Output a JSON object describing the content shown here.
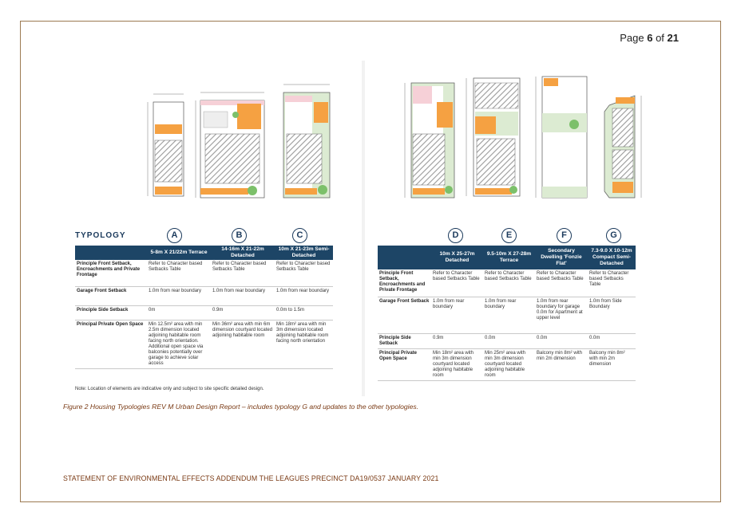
{
  "page": {
    "label": "Page",
    "current": "6",
    "of": "of",
    "total": "21"
  },
  "figure": {
    "typology_heading": "TYPOLOGY",
    "left_table": {
      "columns": [
        {
          "letter": "A",
          "header": "5-8m X 21/22m Terrace"
        },
        {
          "letter": "B",
          "header": "14-16m X 21-22m Detached"
        },
        {
          "letter": "C",
          "header": "10m X 21-23m Semi-Detached"
        }
      ],
      "rows": [
        {
          "label": "Principle Front Setback, Encroachments and Private Frontage",
          "cells": [
            "Refer to Character based Setbacks Table",
            "Refer to Character based Setbacks Table",
            "Refer to Character based Setbacks Table"
          ]
        },
        {
          "label": "Garage Front Setback",
          "cells": [
            "1.0m from rear boundary",
            "1.0m from rear boundary",
            "1.0m from rear boundary"
          ]
        },
        {
          "label": "Principle Side Setback",
          "cells": [
            "0m",
            "0.9m",
            "0.0m to 1.5m"
          ]
        },
        {
          "label": "Principal Private Open Space",
          "cells": [
            "Min 12.5m² area with min 2.5m dimension located adjoining habitable room facing north orientation. Additional open space via balconies potentially over garage to achieve solar access",
            "Min 36m² area with min 6m dimension courtyard located adjoining habitable room",
            "Min 18m² area with min 3m dimension located adjoining habitable room facing north orientation"
          ]
        }
      ]
    },
    "right_table": {
      "columns": [
        {
          "letter": "D",
          "header": "10m X 25-27m Detached"
        },
        {
          "letter": "E",
          "header": "9.5-10m X 27-28m Terrace"
        },
        {
          "letter": "F",
          "header": "Secondary Dwelling 'Fonzie Flat'"
        },
        {
          "letter": "G",
          "header": "7.3-9.0 X 10-12m Compact Semi-Detached"
        }
      ],
      "rows": [
        {
          "label": "Principle Front Setback, Encroachments and Private Frontage",
          "cells": [
            "Refer to Character based Setbacks Table",
            "Refer to Character based Setbacks Table",
            "Refer to Character based Setbacks Table",
            "Refer to Character based Setbacks Table"
          ]
        },
        {
          "label": "Garage Front Setback",
          "cells": [
            "1.0m from rear boundary",
            "1.0m from rear boundary",
            "1.0m from rear boundary for garage 0.0m for Apartment at upper level",
            "1.0m from Side Boundary"
          ]
        },
        {
          "label": "Principle Side Setback",
          "cells": [
            "0.9m",
            "0.0m",
            "0.0m",
            "0.0m"
          ]
        },
        {
          "label": "Principal Private Open Space",
          "cells": [
            "Min 18m² area with min 3m dimension courtyard located adjoining habitable room",
            "Min 25m² area with min 3m dimension courtyard located adjoining habitable room",
            "Balcony min 8m² with min 2m dimension",
            "Balcony min 8m² with min 2m dimension"
          ]
        }
      ]
    },
    "note": "Note: Location of elements are indicative only and subject to site specific detailed design.",
    "colors": {
      "navy": "#1d4566",
      "orange": "#f5a142",
      "green_space": "#dcebd2",
      "tree": "#7cc06a",
      "hatch": "#9a9a9a",
      "pink_setback": "#e6a4b0"
    }
  },
  "caption": "Figure 2 Housing Typologies REV M Urban Design Report – includes typology G and updates to the other typologies.",
  "footer": "STATEMENT OF ENVIRONMENTAL EFFECTS ADDENDUM THE LEAGUES PRECINCT DA19/0537 JANUARY 2021"
}
